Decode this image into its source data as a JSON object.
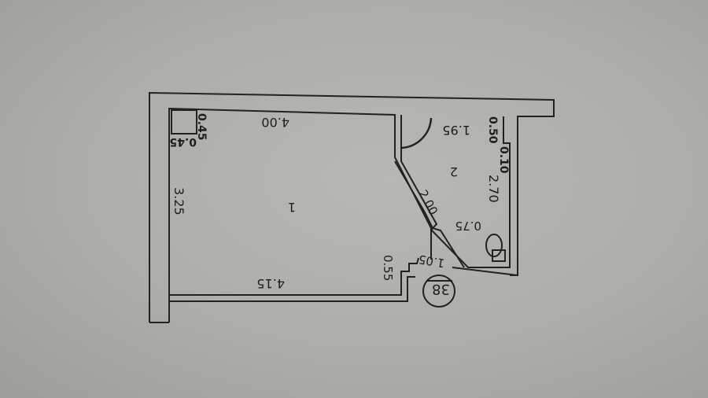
{
  "plan": {
    "orientation": "rotated 180 degrees",
    "rooms": [
      {
        "id": "room-1",
        "label": "1"
      },
      {
        "id": "room-2",
        "label": "2"
      }
    ],
    "dimensions": {
      "room1_top": "4.00",
      "room1_bottom": "4.15",
      "room1_left": "3.25",
      "niche_w": "0.45",
      "niche_h": "0.45",
      "step_055": "0.55",
      "step_105": "1.05",
      "diag_200": "2.00",
      "room2_top": "1.95",
      "room2_right": "2.70",
      "room2_075": "0.75",
      "col_050": "0.50",
      "col_010": "0.10"
    },
    "apartment_number": "38",
    "colors": {
      "paper": "#b0afaa",
      "ink": "#1e1e1e"
    }
  }
}
